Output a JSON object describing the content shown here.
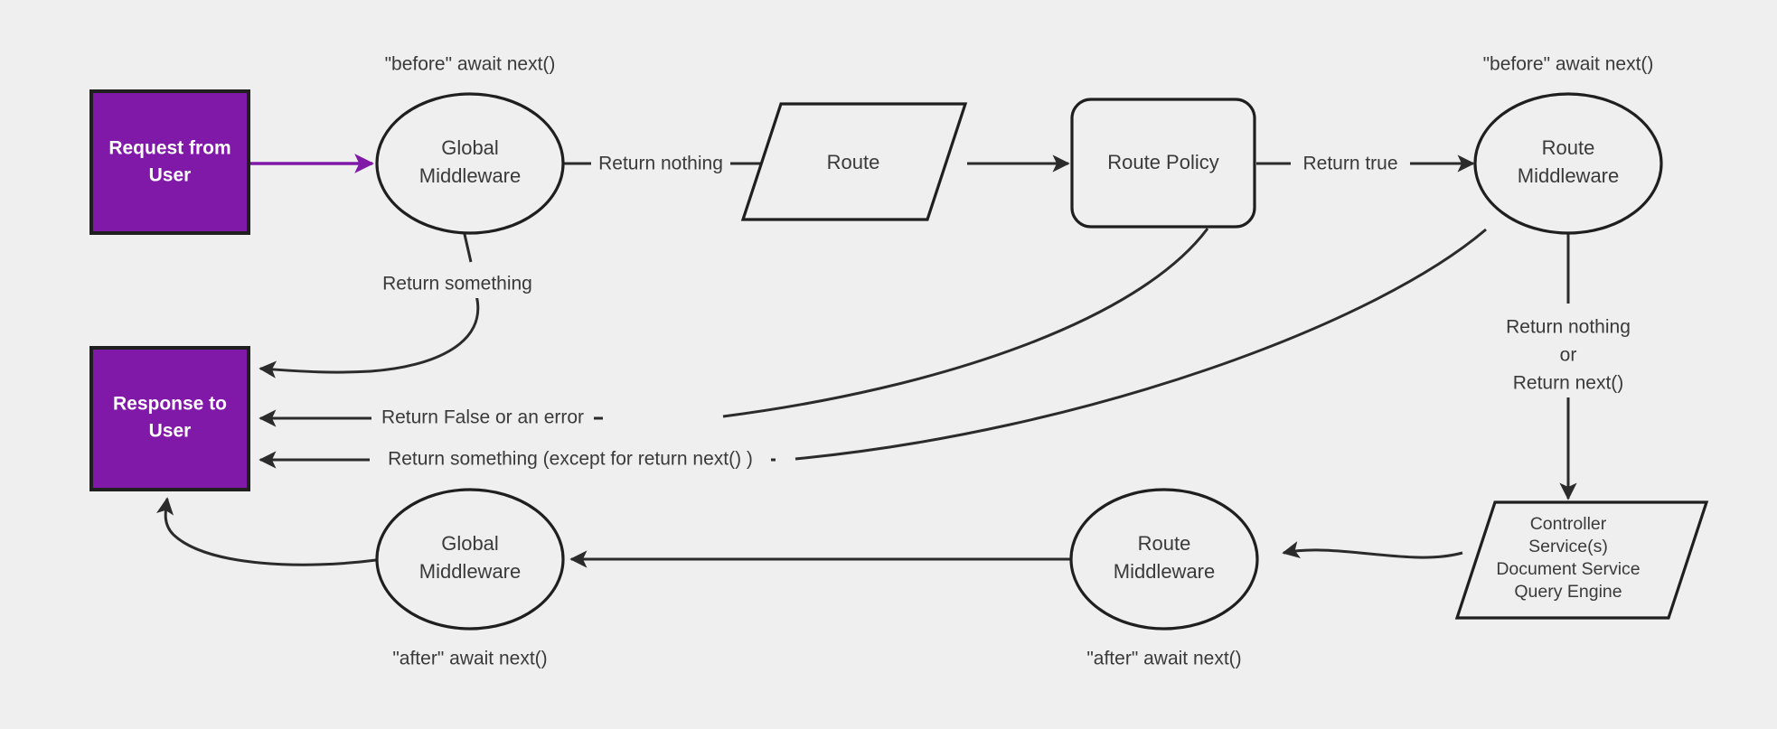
{
  "diagram": {
    "title": "Middleware request/response lifecycle flow",
    "background_color": "#efefef",
    "accent_color": "#8019a8",
    "line_color": "#2b2b2b",
    "text_color": "#3a3a3a"
  },
  "nodes": {
    "request": {
      "line1": "Request from",
      "line2": "User"
    },
    "response": {
      "line1": "Response to",
      "line2": "User"
    },
    "global_mw_before": {
      "line1": "Global",
      "line2": "Middleware"
    },
    "route": {
      "label": "Route"
    },
    "route_policy": {
      "label": "Route Policy"
    },
    "route_mw_before": {
      "line1": "Route",
      "line2": "Middleware"
    },
    "handler": {
      "line1": "Controller",
      "line2": "Service(s)",
      "line3": "Document Service",
      "line4": "Query Engine"
    },
    "route_mw_after": {
      "line1": "Route",
      "line2": "Middleware"
    },
    "global_mw_after": {
      "line1": "Global",
      "line2": "Middleware"
    }
  },
  "annotations": {
    "before_global": "\"before\" await next()",
    "before_route_mw": "\"before\" await next()",
    "after_global": "\"after\" await next()",
    "after_route_mw": "\"after\" await next()"
  },
  "edge_labels": {
    "return_nothing": "Return nothing",
    "return_true": "Return true",
    "return_something": "Return something",
    "return_false_or_error": "Return False or an error",
    "return_something_except": "Return something (except for return next() )",
    "return_nothing_or_next_1": "Return nothing",
    "return_nothing_or_next_2": "or",
    "return_nothing_or_next_3": "Return next()"
  }
}
